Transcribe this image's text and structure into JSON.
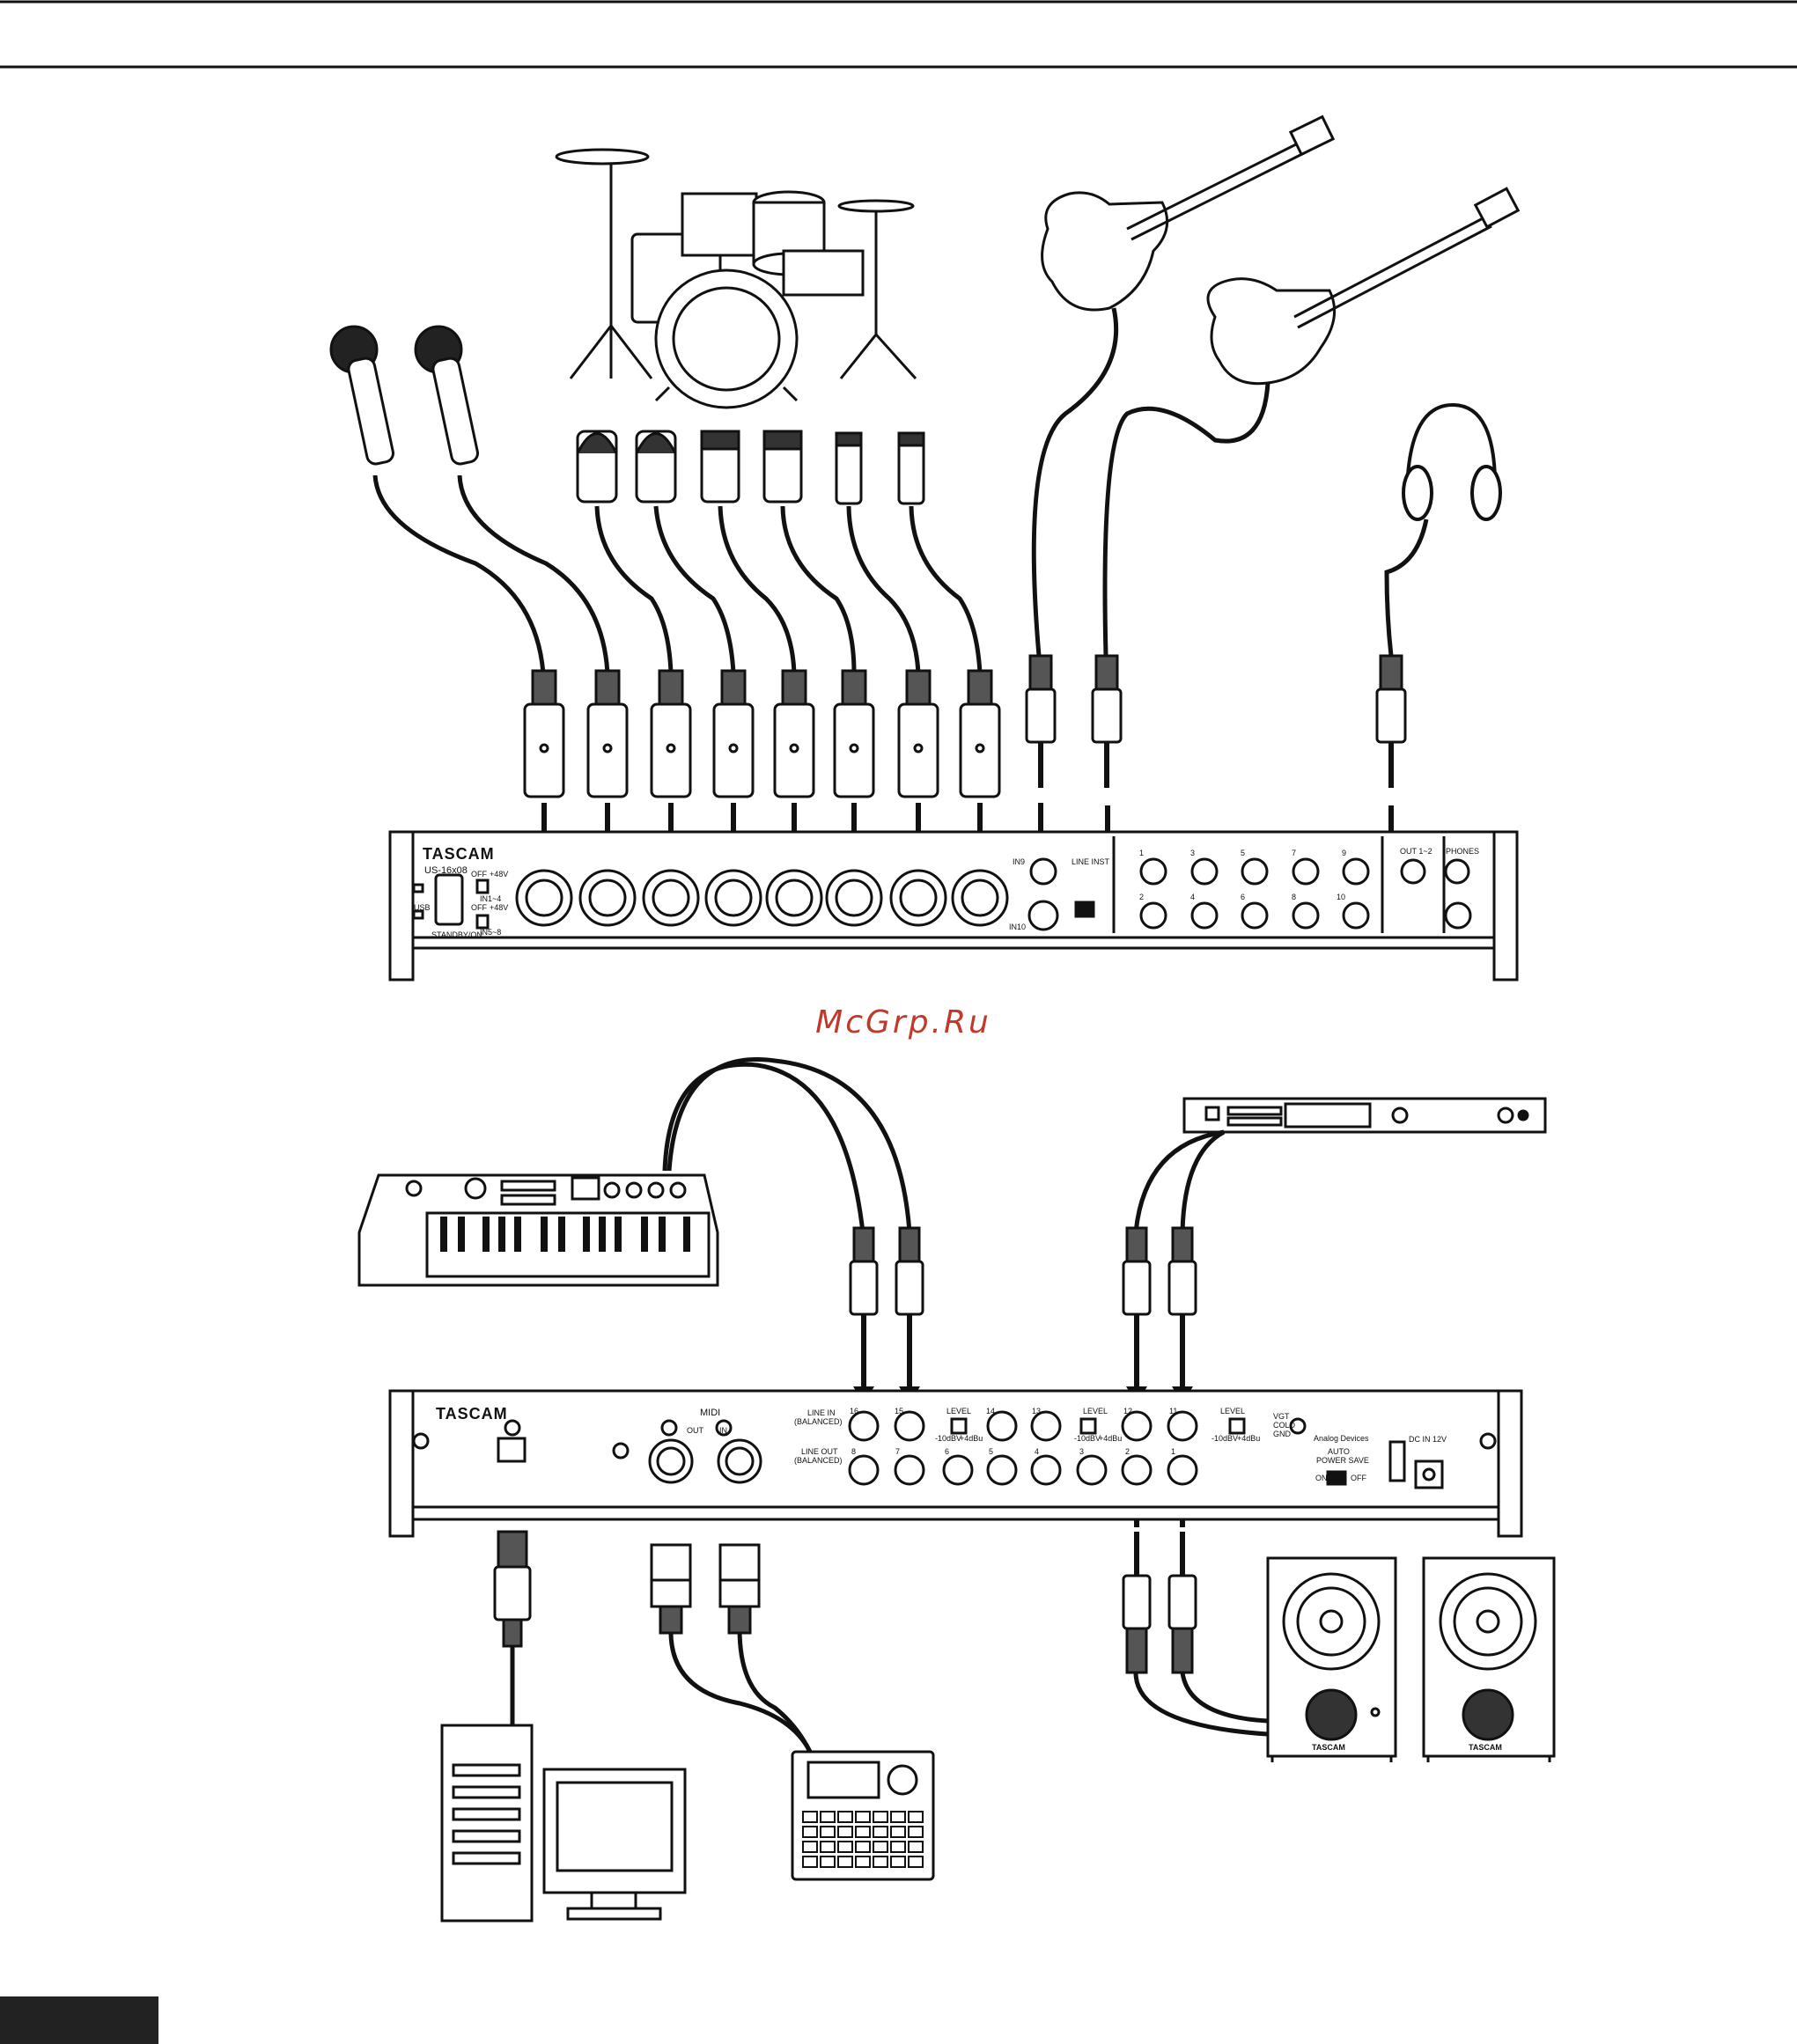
{
  "watermark": "McGrp.Ru",
  "front_panel": {
    "brand": "TASCAM",
    "model": "US-16x08",
    "usb_label": "USB",
    "standby_label": "STANDBY/ON",
    "phantom_top_off": "OFF",
    "phantom_top_on": "+48V",
    "phantom_top_group": "IN1~4",
    "phantom_bot_off": "OFF",
    "phantom_bot_on": "+48V",
    "phantom_bot_group": "IN5~8",
    "in9_label": "IN9",
    "in10_label": "IN10",
    "line_inst": "LINE INST",
    "knob_top_numbers": [
      "1",
      "3",
      "5",
      "7",
      "9"
    ],
    "knob_bottom_numbers": [
      "2",
      "4",
      "6",
      "8",
      "10"
    ],
    "out_label": "OUT 1~2",
    "phones_label": "PHONES"
  },
  "rear_panel": {
    "brand": "TASCAM",
    "midi_label": "MIDI",
    "midi_out": "OUT",
    "midi_in": "IN",
    "line_in_label": "LINE IN",
    "line_in_balanced": "(BALANCED)",
    "line_out_label": "LINE OUT",
    "line_out_balanced": "(BALANCED)",
    "level_label": "LEVEL",
    "level_minus": "-10dBV",
    "level_plus": "+4dBu",
    "line_in_numbers": [
      "16",
      "15",
      "14",
      "13",
      "12",
      "11"
    ],
    "line_out_numbers": [
      "8",
      "7",
      "6",
      "5",
      "4",
      "3",
      "2",
      "1"
    ],
    "ground_options": [
      "VGT",
      "COLD",
      "GND"
    ],
    "analog_devices": "Analog Devices",
    "auto_label": "AUTO",
    "power_save": "POWER SAVE",
    "on_label": "ON",
    "off_label": "OFF",
    "dc_in": "DC IN 12V"
  },
  "speakers": {
    "left_brand": "TASCAM",
    "right_brand": "TASCAM"
  }
}
